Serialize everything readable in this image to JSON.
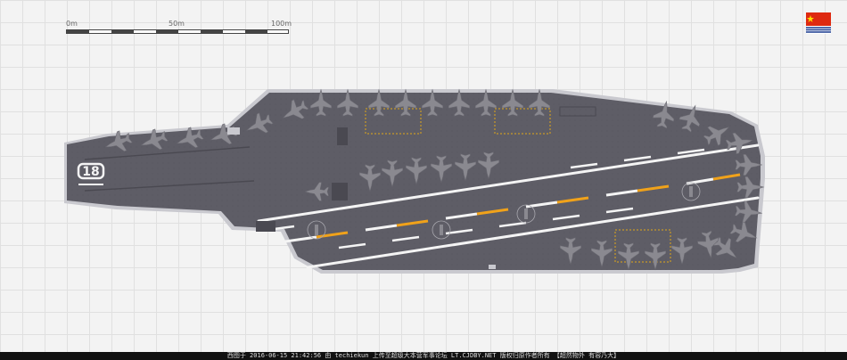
{
  "scale": {
    "labels": [
      "0m",
      "50m",
      "100m"
    ]
  },
  "ship": {
    "hull_number": "18",
    "colors": {
      "deck": "#5e5d66",
      "deck_dark": "#4a4951",
      "edge": "#c9c9cf",
      "stripe_white": "#f4f4f4",
      "stripe_orange": "#f0a21a",
      "aircraft": "#8a8990",
      "elevator": "#e0a818"
    }
  },
  "flag": {
    "colors": {
      "red": "#de2910",
      "star": "#ffde00",
      "blue": "#1a3b8f"
    }
  },
  "caption": {
    "text": "西图于 2016-06-15 21:42:56 由 techiekun 上传至超级大本营军事论坛 LT.CJDBY.NET 版权归原作者所有 【超然物外 有容乃大】"
  }
}
